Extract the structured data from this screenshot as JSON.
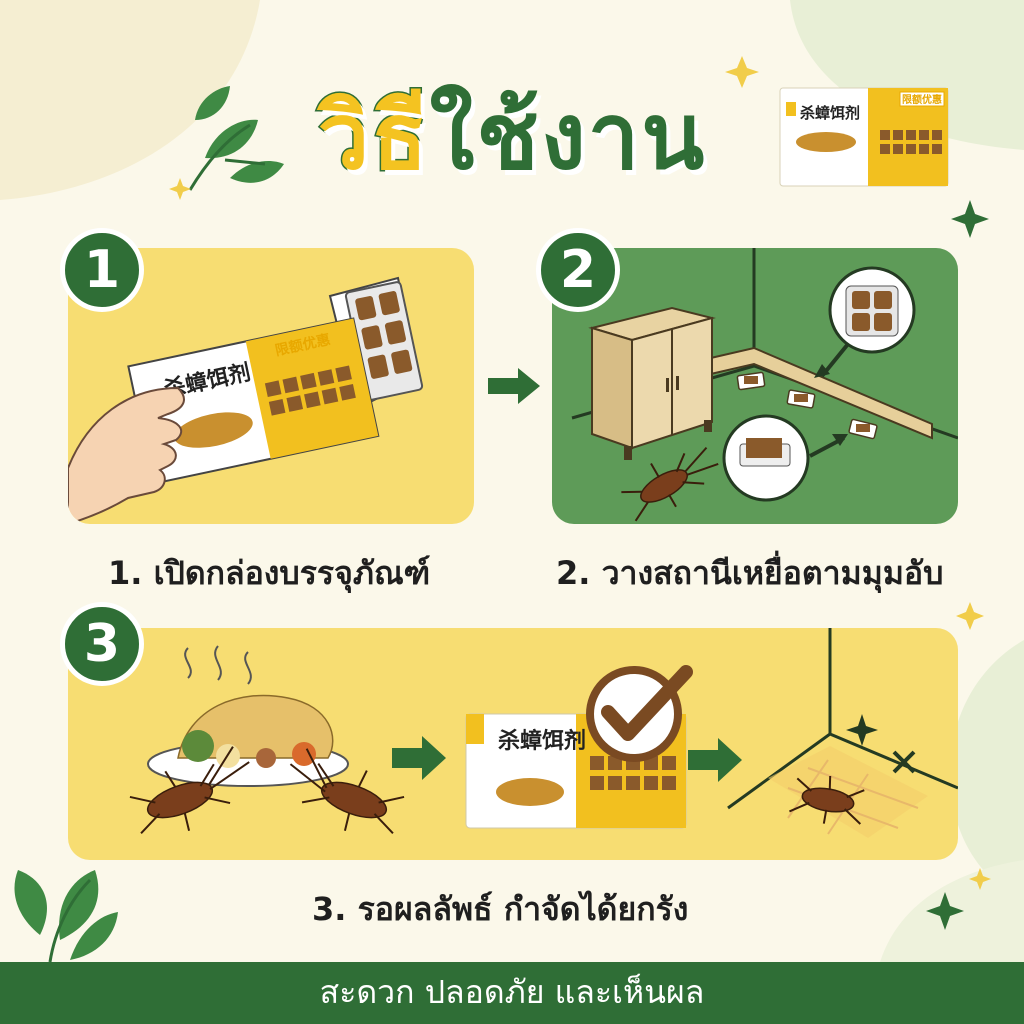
{
  "title": {
    "part1": "วิธี",
    "part2": "ใช้งาน"
  },
  "product": {
    "name": "杀蟑饵剂",
    "tag": "限额优惠"
  },
  "steps": [
    {
      "number": "1",
      "caption": "1. เปิดกล่องบรรจุภัณฑ์"
    },
    {
      "number": "2",
      "caption": "2. วางสถานีเหยื่อตามมุมอับ"
    },
    {
      "number": "3",
      "caption": "3. รอผลลัพธ์ กำจัดได้ยกรัง"
    }
  ],
  "footer": {
    "tagline": "สะดวก ปลอดภัย และเห็นผล"
  },
  "colors": {
    "green": "#2f6e36",
    "yellow": "#f7dd72",
    "gold": "#f4c321",
    "cream": "#fbf8ea",
    "mid_green": "#5e9b58"
  },
  "icons": [
    "leaf-icon",
    "sparkle-icon",
    "checkmark-icon",
    "cockroach-icon",
    "arrow-icon",
    "cross-icon"
  ]
}
